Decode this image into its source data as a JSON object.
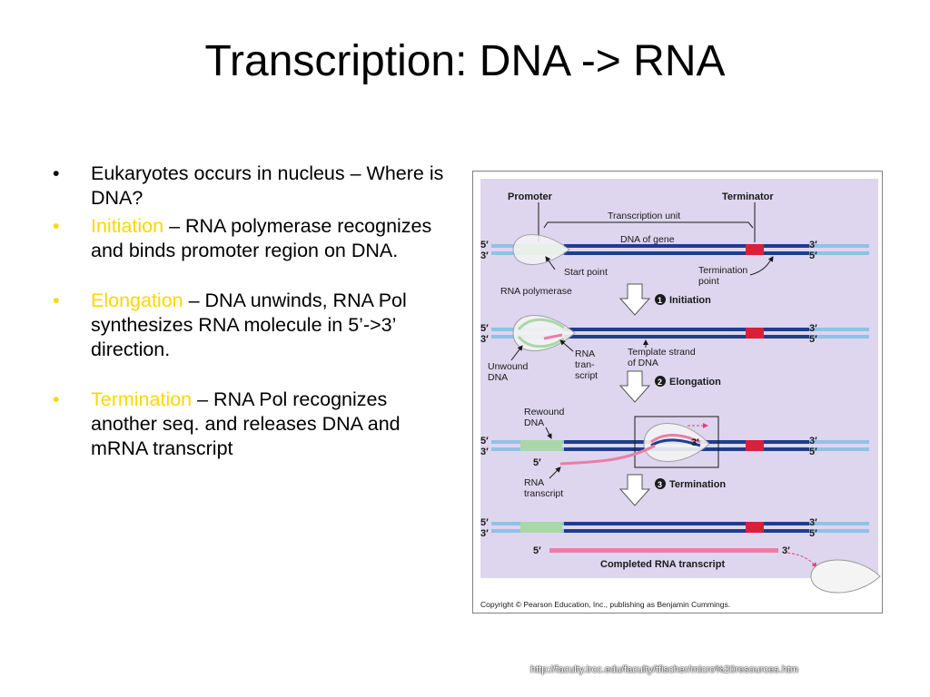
{
  "slide": {
    "title": "Transcription: DNA -> RNA",
    "bullets": [
      {
        "lead": "",
        "text": "Eukaryotes occurs in nucleus – Where is DNA?"
      },
      {
        "lead": "Initiation",
        "text": " – RNA polymerase recognizes and binds promoter region on DNA."
      },
      {
        "lead": "Elongation",
        "text": " – DNA unwinds, RNA Pol synthesizes RNA molecule in 5’->3’ direction."
      },
      {
        "lead": "Termination",
        "text": " – RNA Pol recognizes another seq. and releases DNA and mRNA transcript"
      }
    ],
    "bullet_glyph": "•",
    "highlight_color": "#ffd700",
    "source_url": "http://faculty.ircc.edu/faculty/tfischer/micro%20resources.htm"
  },
  "figure": {
    "labels": {
      "promoter": "Promoter",
      "terminator": "Terminator",
      "transcription_unit": "Transcription unit",
      "dna_of_gene": "DNA of gene",
      "start_point": "Start point",
      "termination_point_1": "Termination",
      "termination_point_2": "point",
      "rna_polymerase": "RNA polymerase",
      "unwound_1": "Unwound",
      "unwound_2": "DNA",
      "rna_tr_1": "RNA",
      "rna_tr_2": "tran-",
      "rna_tr_3": "script",
      "template_1": "Template strand",
      "template_2": "of DNA",
      "rewound_1": "Rewound",
      "rewound_2": "DNA",
      "rna_transcript_1": "RNA",
      "rna_transcript_2": "transcript",
      "completed": "Completed RNA transcript",
      "copyright": "Copyright © Pearson Education, Inc., publishing as Benjamin Cummings.",
      "five_prime": "5′",
      "three_prime": "3′"
    },
    "steps": [
      {
        "num": "1",
        "label": "Initiation"
      },
      {
        "num": "2",
        "label": "Elongation"
      },
      {
        "num": "3",
        "label": "Termination"
      }
    ],
    "colors": {
      "panel_bg": "#ddd6ee",
      "dna_dark": "#1f3d8f",
      "dna_light": "#8ec3e6",
      "promoter": "#a8d8a8",
      "terminator": "#d8203a",
      "rna": "#e87fa5"
    }
  }
}
